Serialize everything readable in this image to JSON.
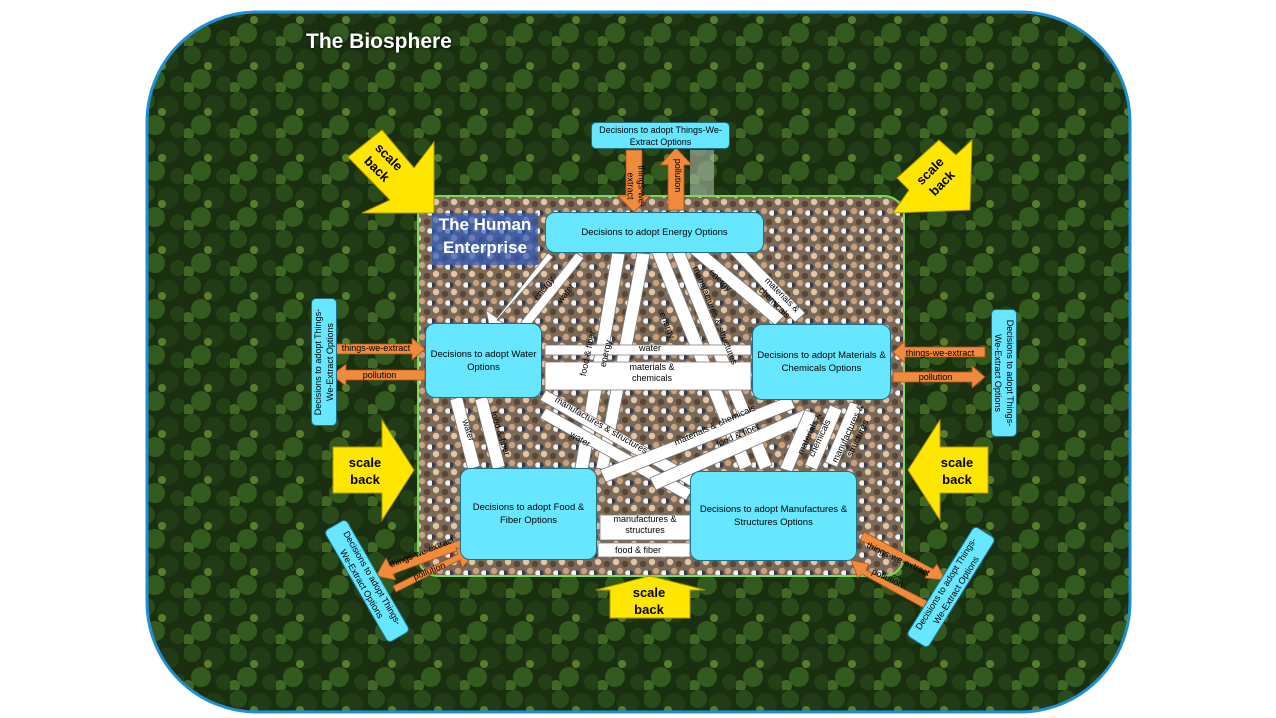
{
  "biosphere_title": "The Biosphere",
  "human_title": "The Human Enterprise",
  "decisions": {
    "energy": "Decisions to adopt Energy Options",
    "water": "Decisions to adopt Water Options",
    "materials": "Decisions to adopt Materials & Chemicals Options",
    "food": "Decisions to adopt Food & Fiber Options",
    "manufactures": "Decisions to adopt Manufactures & Structures Options"
  },
  "extract_box": "Decisions to adopt Things-We-Extract Options",
  "scale_back": "scale back",
  "outer_flows": {
    "things_we_extract": "things-we-extract",
    "things_we_extract_top": "things-we-extract",
    "pollution": "pollution"
  },
  "inner_flows": {
    "energy": "energy",
    "water": "water",
    "food_fiber": "food & fiber",
    "materials_chemicals": "materials & chemicals",
    "manufactures_structures": "manufactures & structures"
  },
  "colors": {
    "border": "#1f8fd6",
    "box_fill": "#66e6ff",
    "scale_back_arrow": "#ffe600",
    "outer_flow_arrow": "#f08a3c",
    "inner_flow_arrow": "#ffffff",
    "human_border": "#7ed957"
  }
}
